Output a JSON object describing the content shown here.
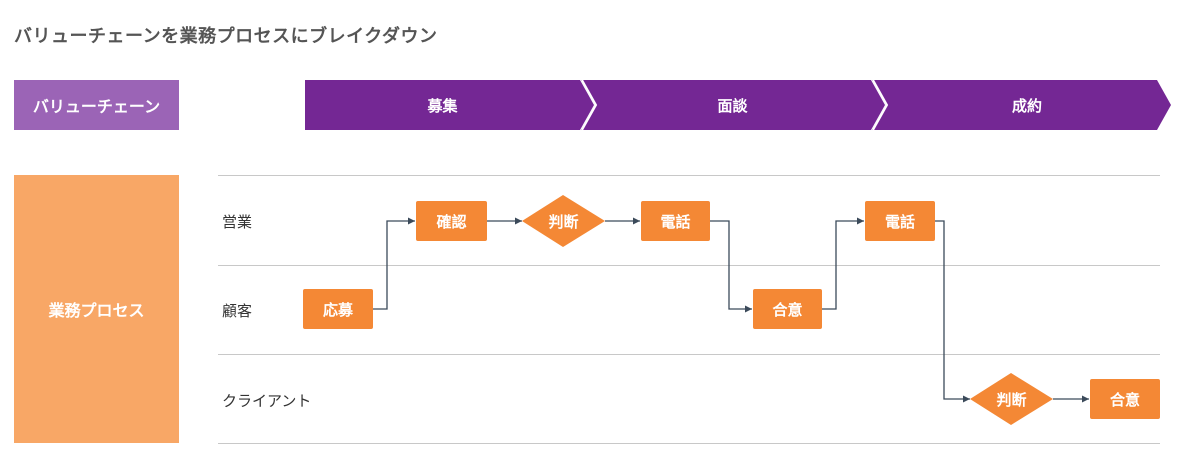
{
  "title": "バリューチェーンを業務プロセスにブレイクダウン",
  "value_chain": {
    "label": "バリューチェーン",
    "stages": [
      "募集",
      "面談",
      "成約"
    ]
  },
  "business_process": {
    "label": "業務プロセス",
    "lanes": [
      "営業",
      "顧客",
      "クライアント"
    ]
  },
  "nodes": {
    "oubo": "応募",
    "kakunin": "確認",
    "handan1": "判断",
    "denwa1": "電話",
    "goi1": "合意",
    "denwa2": "電話",
    "handan2": "判断",
    "goi2": "合意"
  },
  "colors": {
    "chevron": "#742794",
    "value_chain_label": "#9b64b6",
    "process_label": "#f8a766",
    "node": "#f48835",
    "connector": "#3b4a5a"
  }
}
